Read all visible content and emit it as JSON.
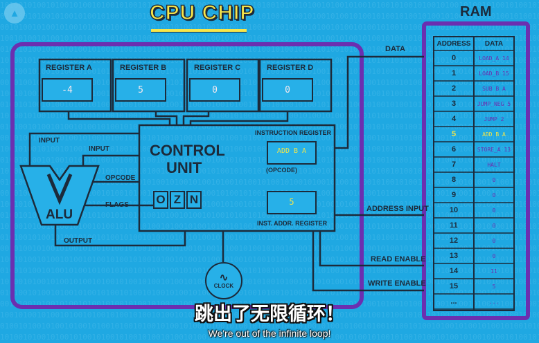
{
  "title": "CPU CHIP",
  "ram": {
    "title": "RAM",
    "headers": {
      "address": "ADDRESS",
      "data": "DATA"
    },
    "rows": [
      {
        "addr": "0",
        "data": "LOAD_A 14"
      },
      {
        "addr": "1",
        "data": "LOAD_B 15"
      },
      {
        "addr": "2",
        "data": "SUB B A"
      },
      {
        "addr": "3",
        "data": "JUMP_NEG 5"
      },
      {
        "addr": "4",
        "data": "JUMP 2"
      },
      {
        "addr": "5",
        "data": "ADD B A",
        "highlight": true
      },
      {
        "addr": "6",
        "data": "STORE_A 13"
      },
      {
        "addr": "7",
        "data": "HALT"
      },
      {
        "addr": "8",
        "data": "0"
      },
      {
        "addr": "9",
        "data": "0"
      },
      {
        "addr": "10",
        "data": "0"
      },
      {
        "addr": "11",
        "data": "0"
      },
      {
        "addr": "12",
        "data": "0"
      },
      {
        "addr": "13",
        "data": "0"
      },
      {
        "addr": "14",
        "data": "11"
      },
      {
        "addr": "15",
        "data": "5"
      },
      {
        "addr": "...",
        "data": "..."
      }
    ]
  },
  "registers": [
    {
      "label": "REGISTER A",
      "value": "-4"
    },
    {
      "label": "REGISTER B",
      "value": "5"
    },
    {
      "label": "REGISTER C",
      "value": "0"
    },
    {
      "label": "REGISTER D",
      "value": "0"
    }
  ],
  "control_unit": {
    "line1": "CONTROL",
    "line2": "UNIT",
    "instruction_register_label": "INSTRUCTION REGISTER",
    "instruction_value": "ADD B A",
    "opcode_label": "(OPCODE)",
    "address_register_label": "INST. ADDR. REGISTER",
    "address_value": "5",
    "flags": [
      "O",
      "Z",
      "N"
    ]
  },
  "alu": {
    "label": "ALU",
    "input_left": "INPUT",
    "input_right": "INPUT",
    "opcode": "OPCODE",
    "flags": "FLAGS",
    "output": "OUTPUT"
  },
  "bus_labels": {
    "data": "DATA",
    "address_input": "ADDRESS INPUT",
    "read_enable": "READ ENABLE",
    "write_enable": "WRITE ENABLE"
  },
  "clock_label": "CLOCK",
  "subtitle_cn": "跳出了无限循环！",
  "subtitle_en": "We're out of the infinite loop!",
  "colors": {
    "background": "#1fa8e2",
    "chip_border": "#6b2fb0",
    "wire": "#1c2a3a",
    "title_yellow": "#f7e64a"
  }
}
